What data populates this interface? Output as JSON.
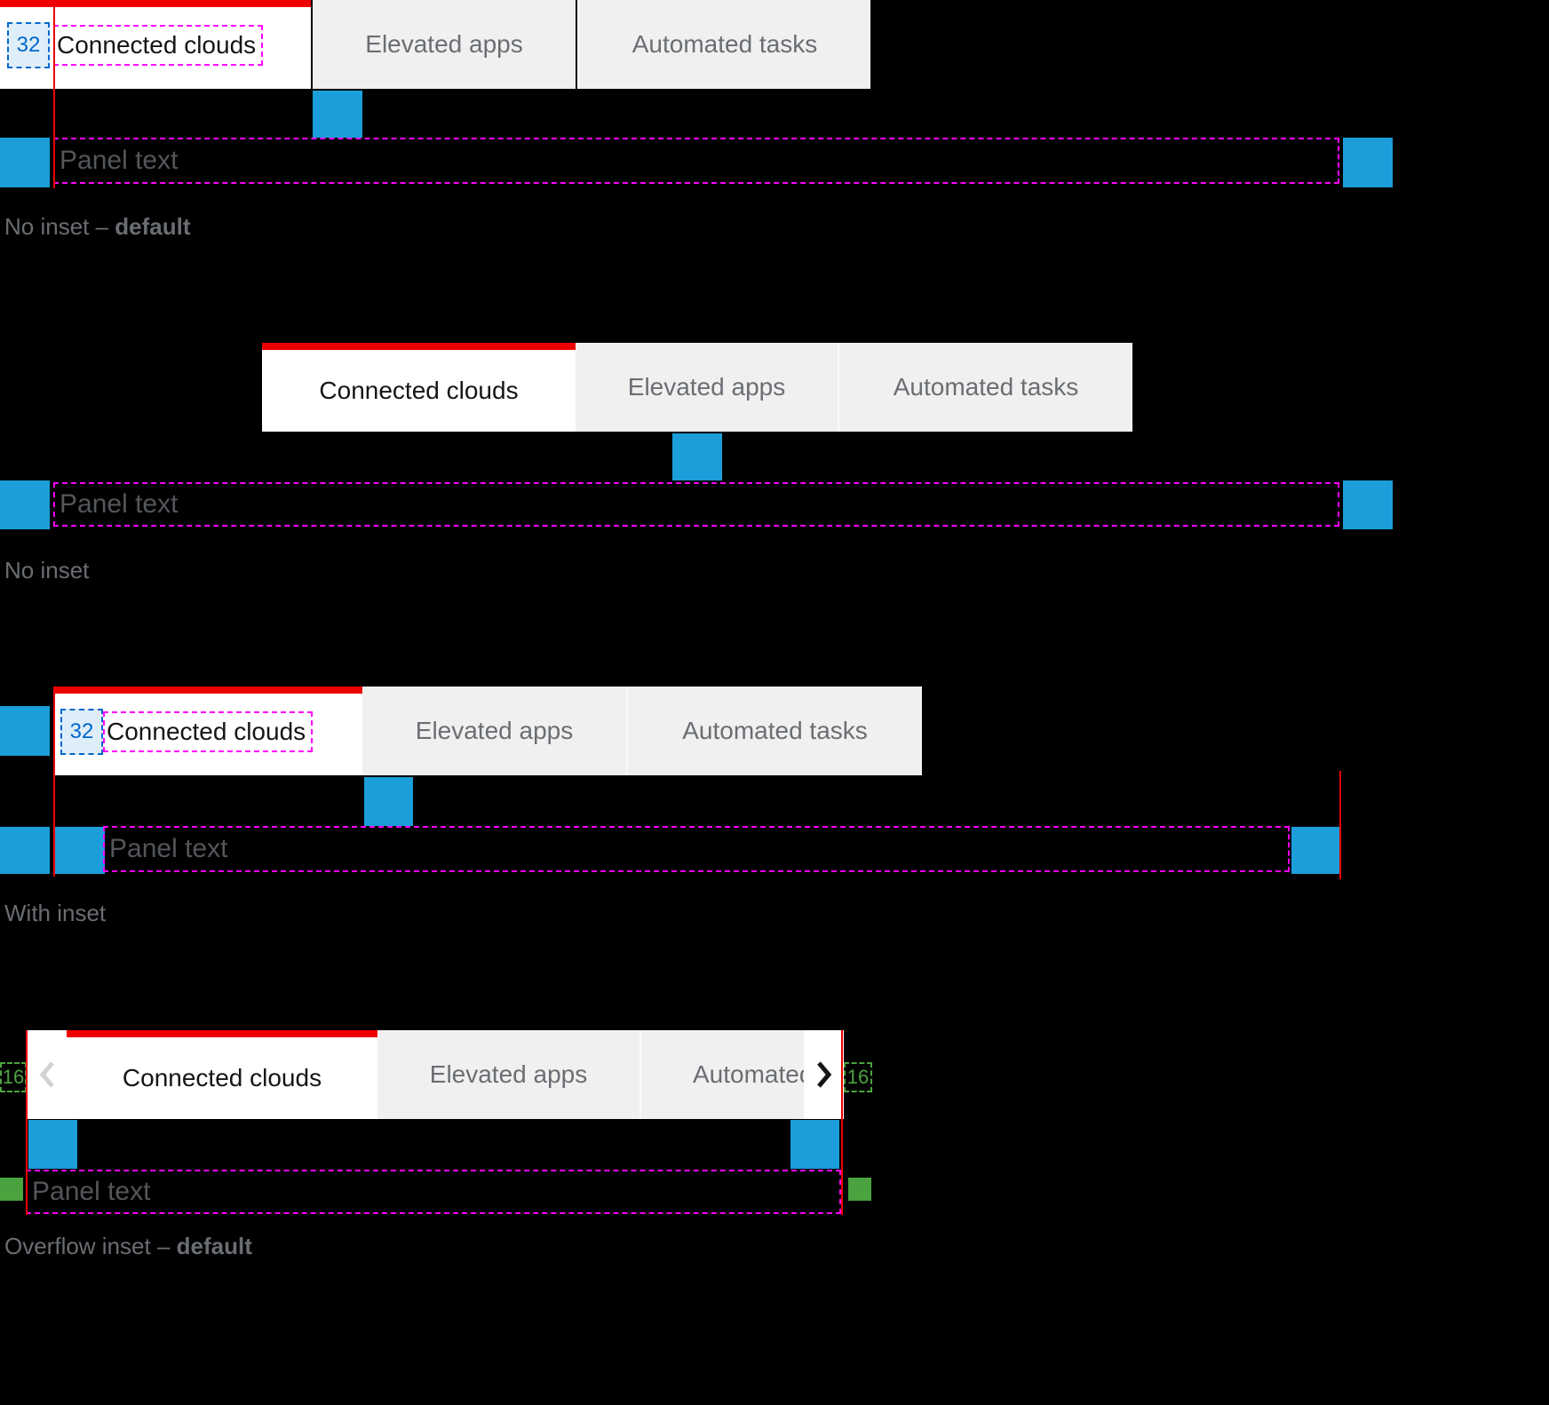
{
  "tab_labels": {
    "connected_clouds": "Connected clouds",
    "elevated_apps": "Elevated apps",
    "automated_tasks": "Automated tasks"
  },
  "panel": {
    "text": "Panel text"
  },
  "measurements": {
    "spacing_32": "32",
    "spacing_16": "16"
  },
  "captions": {
    "no_inset_default_prefix": "No inset – ",
    "no_inset_default_bold": "default",
    "no_inset": "No inset",
    "with_inset": "With inset",
    "overflow_inset_prefix": "Overflow inset – ",
    "overflow_inset_bold": "default"
  },
  "colors": {
    "accent_red": "#ee0000",
    "spacer_blue": "#1b9ed9",
    "spacer_green": "#4ba33f",
    "annotation_magenta": "#ff00ff",
    "annotation_blue": "#0066cc",
    "tab_inactive_bg": "#f0f0f0",
    "tab_inactive_text": "#6a6e73",
    "tab_active_text": "#151515",
    "panel_text_color": "#53565a",
    "caption_text": "#6a6e73"
  }
}
